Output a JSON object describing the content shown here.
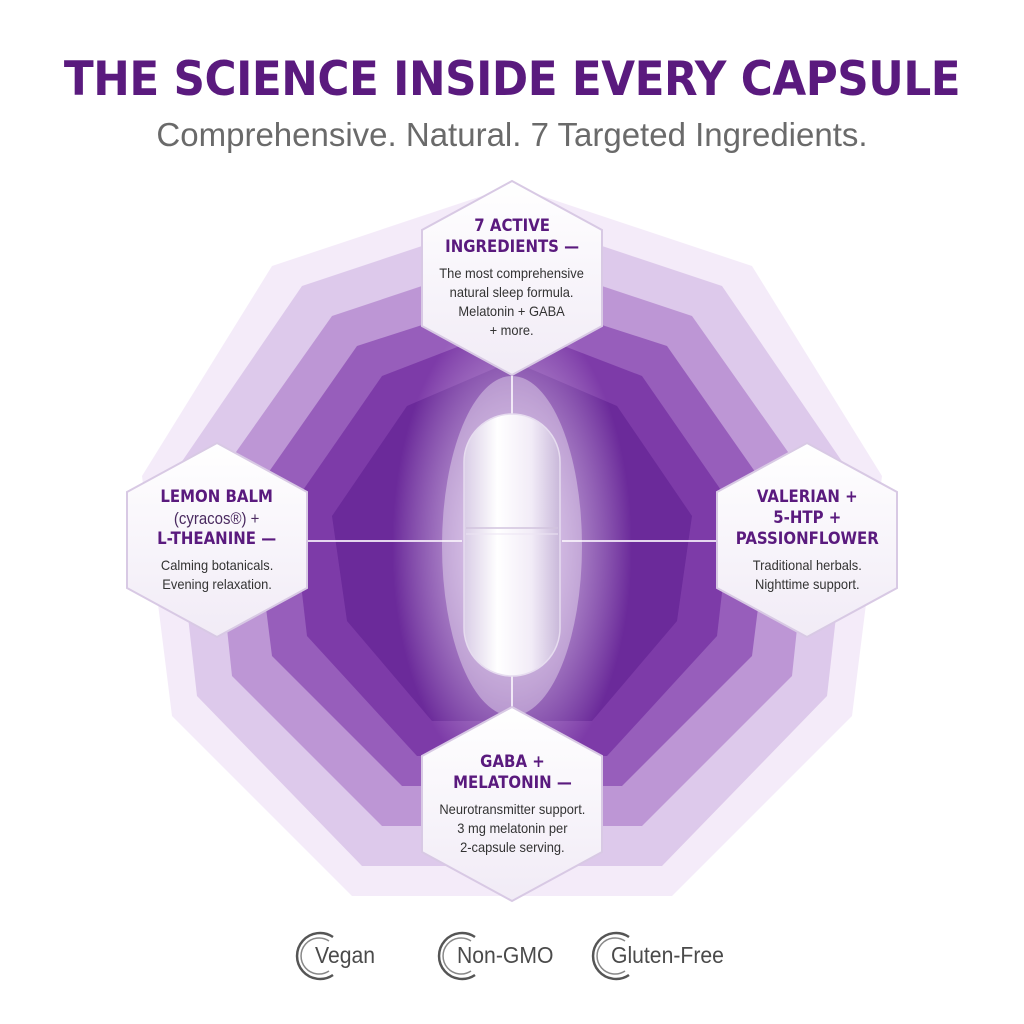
{
  "headline": "THE SCIENCE INSIDE EVERY CAPSULE",
  "subheadline": "Comprehensive. Natural. 7 Targeted Ingredients.",
  "colors": {
    "brand_purple": "#5a1a7e",
    "glow_purple": "#6b2a9a",
    "subhead_gray": "#6a6a6a"
  },
  "ingredients": {
    "top": {
      "title_lines": [
        "7 ACTIVE",
        "INGREDIENTS —"
      ],
      "desc_lines": [
        "The most comprehensive",
        "natural sleep formula.",
        "Melatonin + GABA",
        "+ more."
      ]
    },
    "left": {
      "title_line1": "LEMON BALM",
      "title_line2": "(cyracos®) +",
      "title_line3": "L-THEANINE —",
      "desc_lines": [
        "Calming botanicals.",
        "Evening relaxation."
      ]
    },
    "right": {
      "title_lines": [
        "VALERIAN +",
        "5-HTP +",
        "PASSIONFLOWER"
      ],
      "desc_lines": [
        "Traditional herbals.",
        "Nighttime support."
      ]
    },
    "bottom": {
      "title_lines": [
        "GABA +",
        "MELATONIN —"
      ],
      "desc_lines": [
        "Neurotransmitter support.",
        "3 mg melatonin per",
        "2-capsule serving."
      ]
    }
  },
  "badges": [
    {
      "label": "Vegan",
      "icon": "leaf-circle-icon"
    },
    {
      "label": "Non-GMO",
      "icon": "leaf-circle-icon"
    },
    {
      "label": "Gluten-Free",
      "icon": "leaf-circle-icon"
    }
  ]
}
